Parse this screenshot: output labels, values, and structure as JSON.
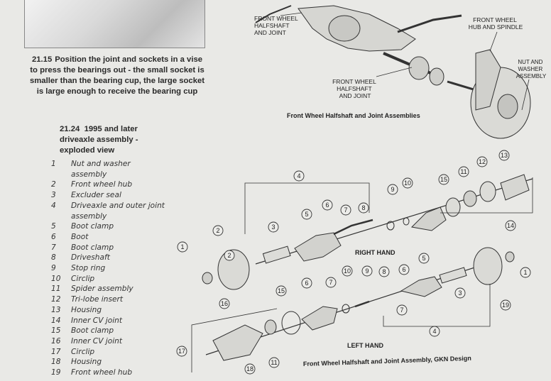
{
  "photo_caption": {
    "number": "21.15",
    "text": "Position the joint and sockets in a vise to press the bearings out - the small socket is smaller than the bearing cup, the large socket is large enough to receive the bearing cup"
  },
  "figure_caption": {
    "number": "21.24",
    "line1": "1995 and later",
    "line2": "driveaxle assembly -",
    "line3": "exploded view"
  },
  "legend": [
    {
      "n": "1",
      "t": "Nut and washer"
    },
    {
      "n": "",
      "t": "assembly"
    },
    {
      "n": "2",
      "t": "Front wheel hub"
    },
    {
      "n": "3",
      "t": "Excluder seal"
    },
    {
      "n": "4",
      "t": "Driveaxle and outer joint"
    },
    {
      "n": "",
      "t": "assembly"
    },
    {
      "n": "5",
      "t": "Boot clamp"
    },
    {
      "n": "6",
      "t": "Boot"
    },
    {
      "n": "7",
      "t": "Boot clamp"
    },
    {
      "n": "8",
      "t": "Driveshaft"
    },
    {
      "n": "9",
      "t": "Stop ring"
    },
    {
      "n": "10",
      "t": "Circlip"
    },
    {
      "n": "11",
      "t": "Spider assembly"
    },
    {
      "n": "12",
      "t": "Tri-lobe insert"
    },
    {
      "n": "13",
      "t": "Housing"
    },
    {
      "n": "14",
      "t": "Inner CV joint"
    },
    {
      "n": "15",
      "t": "Boot clamp"
    },
    {
      "n": "16",
      "t": "Inner CV joint"
    },
    {
      "n": "17",
      "t": "Circlip"
    },
    {
      "n": "18",
      "t": "Housing"
    },
    {
      "n": "19",
      "t": "Front wheel hub"
    }
  ],
  "top_diagram": {
    "label_front_halfshaft_top": [
      "FRONT WHEEL",
      "HALFSHAFT",
      "AND JOINT"
    ],
    "label_hub_spindle": [
      "FRONT WHEEL",
      "HUB AND SPINDLE"
    ],
    "label_nut_washer": [
      "NUT AND",
      "WASHER",
      "ASSEMBLY"
    ],
    "label_front_halfshaft_mid": [
      "FRONT WHEEL",
      "HALFSHAFT",
      "AND JOINT"
    ],
    "title": "Front Wheel Halfshaft and Joint Assemblies"
  },
  "bottom_diagram": {
    "right_hand": "RIGHT HAND",
    "left_hand": "LEFT HAND",
    "title": "Front Wheel Halfshaft and Joint Assembly, GKN Design"
  },
  "callouts": [
    "1",
    "2",
    "3",
    "4",
    "5",
    "6",
    "7",
    "8",
    "9",
    "10",
    "11",
    "12",
    "13",
    "14",
    "15",
    "16",
    "17",
    "18",
    "19"
  ]
}
